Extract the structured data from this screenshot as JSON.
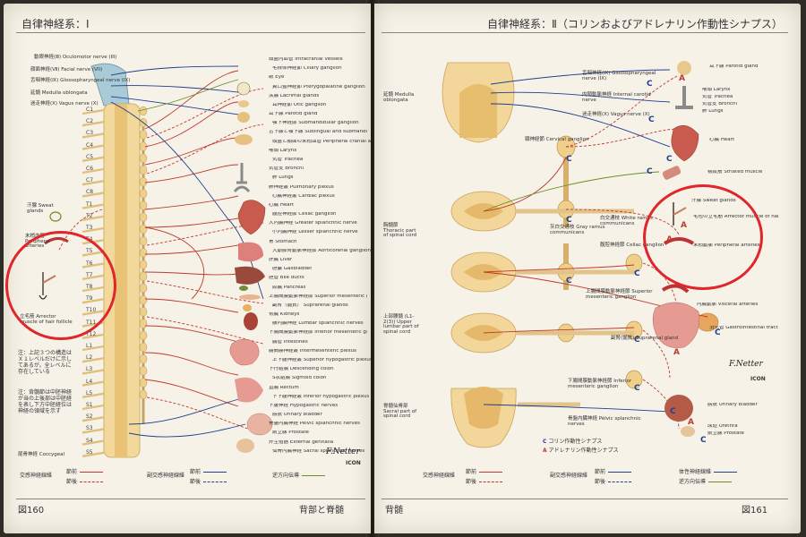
{
  "left_page": {
    "header": "自律神経系：Ⅰ",
    "footer_page_no": "図160",
    "footer_section": "背部と脊髄",
    "spinal_segments": [
      "C1",
      "C2",
      "C3",
      "C4",
      "C5",
      "C6",
      "C7",
      "C8",
      "T1",
      "T2",
      "T3",
      "T4",
      "T5",
      "T6",
      "T7",
      "T8",
      "T9",
      "T10",
      "T11",
      "T12",
      "L1",
      "L2",
      "L3",
      "L4",
      "L5",
      "S1",
      "S2",
      "S3",
      "S4",
      "S5"
    ],
    "left_labels": [
      "動眼神経(Ⅲ) Oculomotor nerve (III)",
      "顔面神経(Ⅶ) Facial nerve (VII)",
      "舌咽神経(Ⅸ) Glossopharyngeal nerve (IX)",
      "延髄 Medulla oblongata",
      "迷走神経(Ⅹ) Vagus nerve (X)",
      "汗腺 Sweat glands",
      "末梢血管 Peripheral arteries",
      "立毛筋 Arrector muscle of hair follicle",
      "注：上記３つの構造はＸ１レベルだけに示してあるが，全レベルに存在している",
      "注：背髄節は中胚神経が当の上後部は中胚経を表し下方中胚経位は神経の領域を示す",
      "尾骨神経 Coccygeal"
    ],
    "right_labels": [
      "頭蓋内血管 Intracranial vessels",
      "毛様体神経節 Ciliary ganglion",
      "眼 Eye",
      "翼口蓋神経節 Pterygopalatine ganglion",
      "涙腺 Lacrimal glands",
      "耳神経節 Otic ganglion",
      "耳下腺 Parotid gland",
      "顎下神経節 Submandibular ganglion",
      "舌下腺と顎下腺 Sublingual and submandibular glands",
      "頭蓋と顔面の末梢血管 Peripheral cranial and facial vessels",
      "喉頭 Larynx",
      "気管 Trachea",
      "気管支 Bronchi",
      "肺 Lungs",
      "肺神経叢 Pulmonary plexus",
      "心臓神経叢 Cardiac plexus",
      "心臓 Heart",
      "腹腔神経節 Celiac ganglion",
      "大内臓神経 Greater splanchnic nerve",
      "小内臓神経 Lesser splanchnic nerve",
      "胃 Stomach",
      "大動脈腎動脈神経節 Aorticorenal ganglion",
      "肝臓 Liver",
      "胆嚢 Gallbladder",
      "胆管 Bile ducts",
      "膵臓 Pancreas",
      "上腸間膜動脈神経節 Superior mesenteric ganglion",
      "副腎（髄質） Suprarenal glands",
      "腎臓 Kidneys",
      "腰内臓神経 Lumbar splanchnic nerves",
      "下腸間膜動脈神経節 Inferior mesenteric ganglion",
      "腸管 Intestines",
      "腸間膜神経叢 Intermesenteric plexus",
      "上下腹神経叢 Superior hypogastric plexus",
      "下行結腸 Descending colon",
      "S状結腸 Sigmoid colon",
      "直腸 Rectum",
      "下下腹神経叢 Inferior hypogastric plexus",
      "下腹神経 Hypogastric nerves",
      "膀胱 Urinary bladder",
      "骨盤内臓神経 Pelvic splanchnic nerves",
      "前立腺 Prostate",
      "外生殖器 External genitalia",
      "仙骨内臓神経 Sacral splanchnic nerves"
    ],
    "legend": {
      "sympathetic": "交感神経線維",
      "pre": "節前",
      "post": "節後",
      "parasympathetic": "副交感神経線維",
      "antidromic": "逆方向伝導"
    },
    "publisher": "ICON",
    "colors": {
      "sympathetic": "#c0392b",
      "parasympathetic": "#1f3f8f",
      "antidromic": "#6b8e23"
    }
  },
  "right_page": {
    "header": "自律神経系：Ⅱ（コリンおよびアドレナリン作動性シナプス）",
    "footer_section": "背髄",
    "footer_page_no": "図161",
    "region_labels": [
      "延髄 Medulla oblongata",
      "胸髄節 Thoracic part of spinal cord",
      "上部腰髄 (L1-2(3)) Upper lumbar part of spinal cord",
      "脊髄仙骨部 Sacral part of spinal cord"
    ],
    "center_labels": [
      "舌咽神経(Ⅸ) Glossopharyngeal nerve (IX)",
      "内頸動脈神経 Internal carotid nerve",
      "迷走神経(Ⅹ) Vagus nerve (X)",
      "頸神経節 Cervical ganglion",
      "灰白交通枝 Gray ramus communicans",
      "白交通枝 White ramus communicans",
      "腹腔神経節 Celiac ganglion",
      "上腸間膜動脈神経節 Superior mesenteric ganglion",
      "副腎(髄質) Suprarenal gland",
      "下腸間膜動脈神経節 Inferior mesenteric ganglion",
      "骨盤内臓神経 Pelvic splanchnic nerves"
    ],
    "organ_labels": [
      "耳下腺 Parotid gland",
      "喉頭 Larynx",
      "気管 Trachea",
      "気管支 Bronchi",
      "肺 Lungs",
      "心臓 Heart",
      "横紋筋 Striated muscle",
      "汗腺 Sweat glands",
      "毛包の立毛筋 Arrector muscle of hair follicle",
      "末梢動脈 Peripheral arteries",
      "内臓動脈 Visceral arteries",
      "消化管 Gastrointestinal tract",
      "膀胱 Urinary bladder",
      "尿道 Urethra",
      "前立腺 Prostate"
    ],
    "synapse_legend": {
      "c_letter": "C",
      "c_text": "コリン作動性シナプス",
      "a_letter": "A",
      "a_text": "アドレナリン作動性シナプス"
    },
    "legend": {
      "sympathetic": "交感神経線維",
      "pre": "節前",
      "post": "節後",
      "parasympathetic": "副交感神経線維",
      "somatic": "体性神経線維",
      "antidromic": "逆方向伝導"
    },
    "publisher": "ICON"
  }
}
